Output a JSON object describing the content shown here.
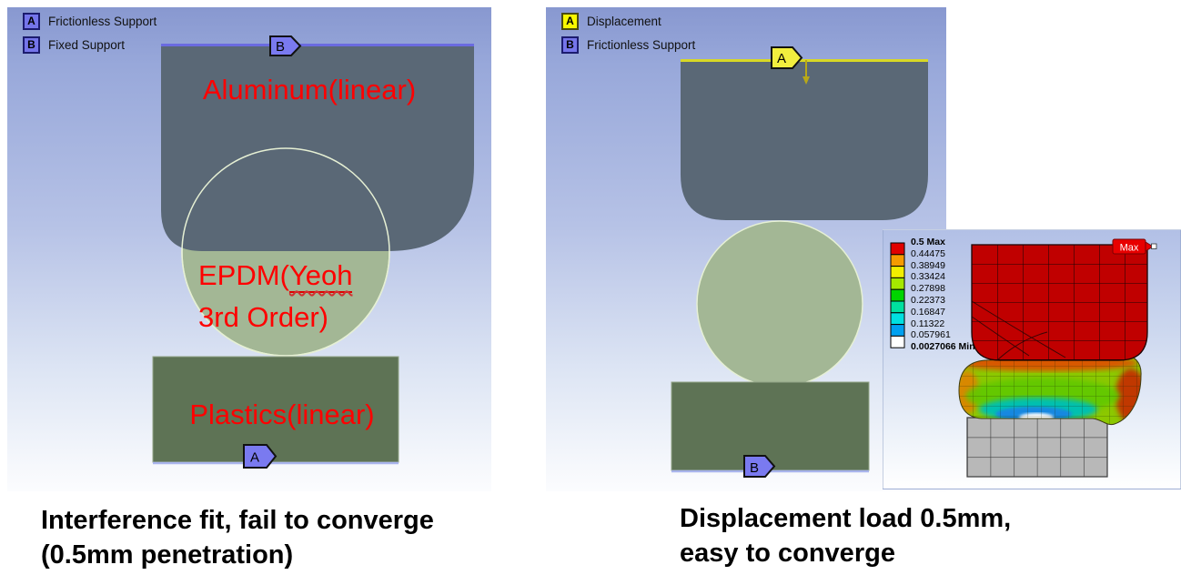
{
  "colors": {
    "aluminum_fill": "#5a6876",
    "rubber_fill": "#a3b795",
    "rubber_outline": "#e6f0d4",
    "plastic_fill": "#5e7355",
    "fixed_support_line": "#6b6be0",
    "displacement_line": "#d8d825",
    "support_marker_blue": "#7a7af0",
    "displacement_marker_yellow": "#f2ee3e",
    "label_red": "#ff0000",
    "mesh_red": "#c00000",
    "mesh_gray": "#b8b8b8"
  },
  "left_panel": {
    "legend": [
      {
        "key": "A",
        "label": "Frictionless Support"
      },
      {
        "key": "B",
        "label": "Fixed Support"
      }
    ],
    "marker_top": "B",
    "marker_bottom": "A",
    "label_aluminum": "Aluminum(linear)",
    "label_epdm_prefix": "EPDM(",
    "label_epdm_word": "Yeoh",
    "label_epdm_line2": "3rd Order)",
    "label_plastics": "Plastics(linear)",
    "caption_line1": "Interference fit, fail to converge",
    "caption_line2": "(0.5mm penetration)"
  },
  "right_panel": {
    "legend": [
      {
        "key": "A",
        "label": "Displacement"
      },
      {
        "key": "B",
        "label": "Frictionless Support"
      }
    ],
    "marker_top": "A",
    "marker_bottom": "B",
    "caption_line1": "Displacement load 0.5mm,",
    "caption_line2": "easy to converge"
  },
  "inset": {
    "max_flag_label": "Max",
    "legend_values": [
      "0.5 Max",
      "0.44475",
      "0.38949",
      "0.33424",
      "0.27898",
      "0.22373",
      "0.16847",
      "0.11322",
      "0.057961",
      "0.0027066 Min"
    ],
    "legend_band_colors": [
      "#e00000",
      "#f59b00",
      "#f2ee00",
      "#a5e800",
      "#00d500",
      "#00e0a0",
      "#00e0e0",
      "#00a0f0",
      "#ffffff"
    ]
  }
}
